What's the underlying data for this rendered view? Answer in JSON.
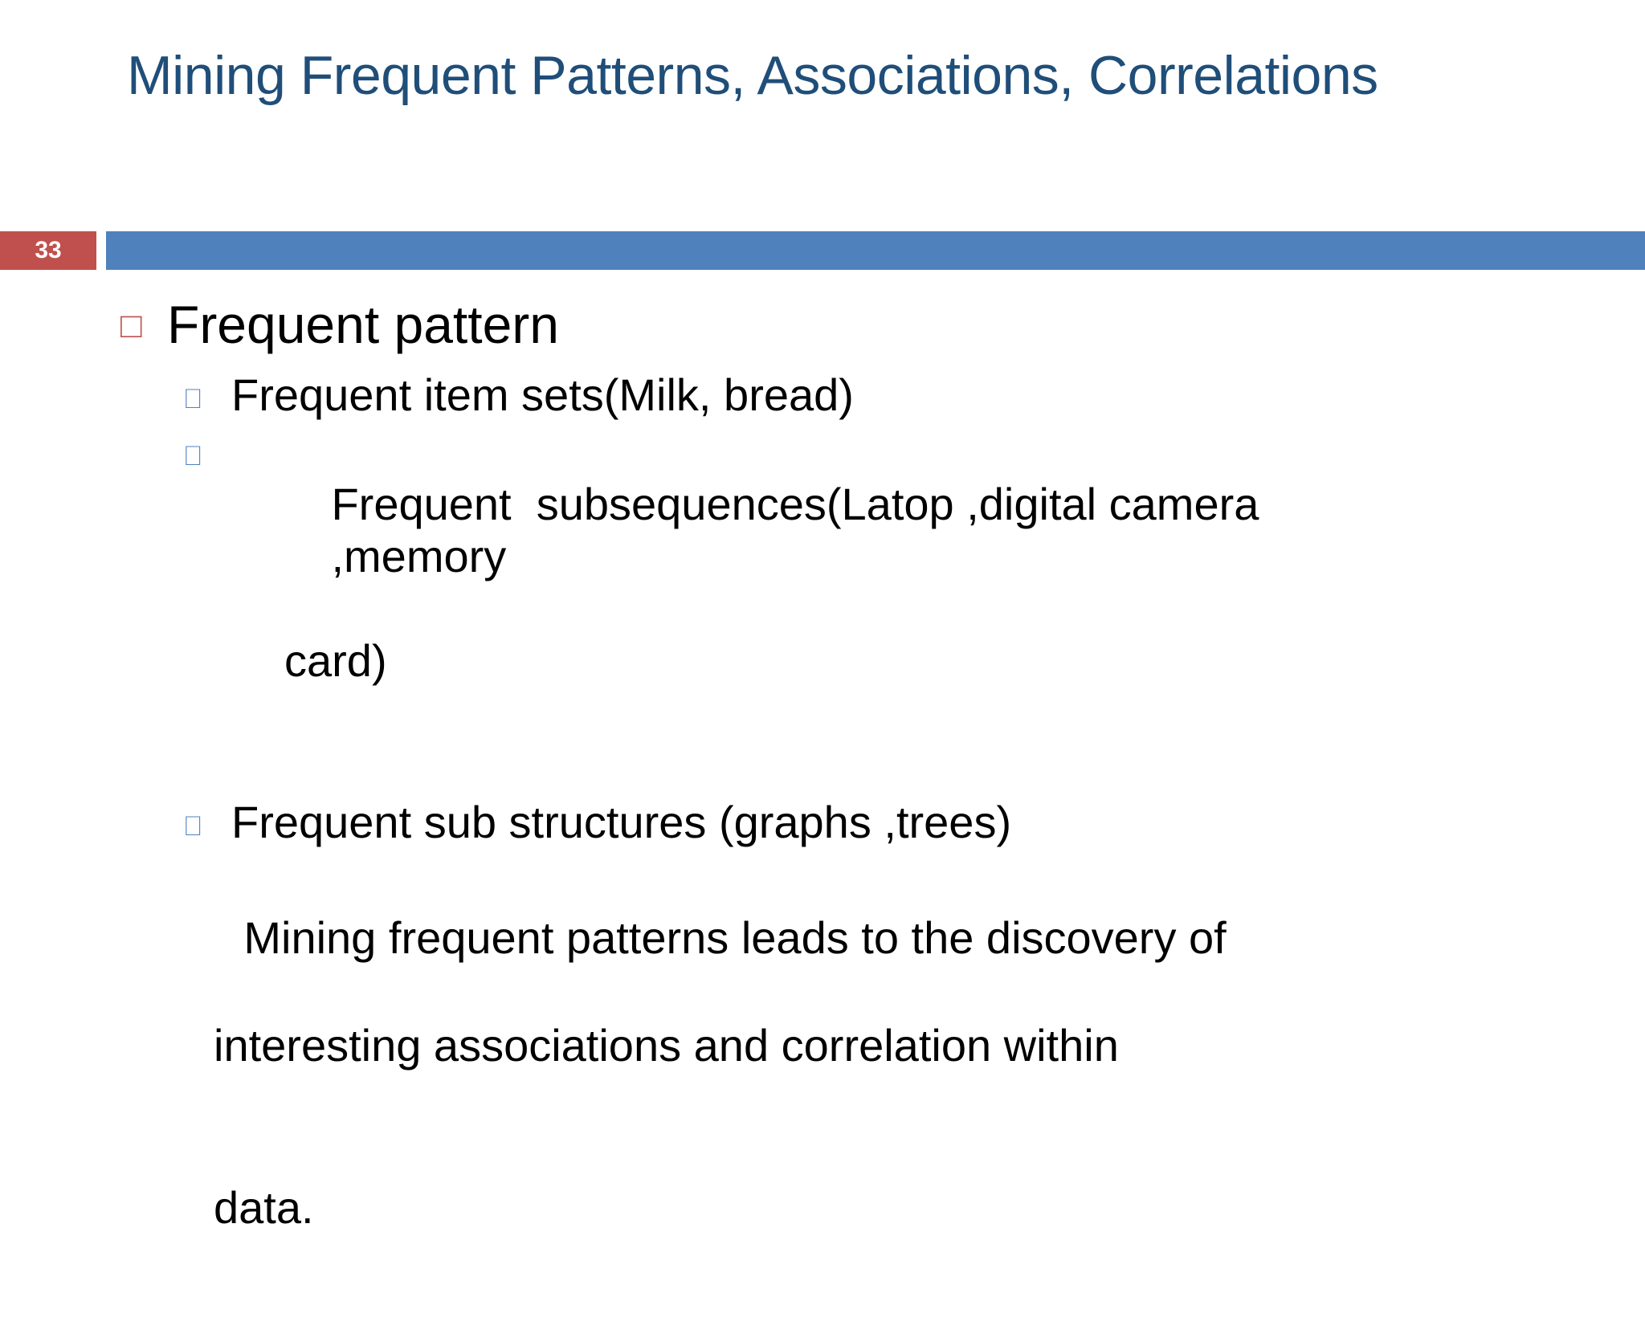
{
  "slide": {
    "number": "33",
    "title": "Mining Frequent Patterns, Associations, Correlations",
    "accent_blue": "#4F81BD",
    "accent_red": "#C0504D",
    "title_color": "#1F4E79",
    "background": "#FFFFFF"
  },
  "body": {
    "level1": {
      "marker": "hollow-square-bullet",
      "marker_glyph": "□",
      "text": "Frequent pattern"
    },
    "level2": [
      {
        "marker": "missing-glyph-box-bullet",
        "marker_glyph": "⎕",
        "line1": "Frequent item sets(Milk, bread)",
        "line2": "",
        "line3": ""
      },
      {
        "marker": "missing-glyph-box-bullet",
        "marker_glyph": "⎕",
        "line1": "Frequent  subsequences(Latop ,digital camera",
        "line2": ",memory",
        "line3": "card)"
      },
      {
        "marker": "missing-glyph-box-bullet",
        "marker_glyph": "⎕",
        "line1": "Frequent sub structures (graphs ,trees)",
        "line2": "",
        "line3": ""
      }
    ],
    "paragraph": {
      "line1": "Mining frequent patterns leads to the discovery of",
      "line2": "interesting associations and correlation within",
      "line3": "data."
    }
  }
}
